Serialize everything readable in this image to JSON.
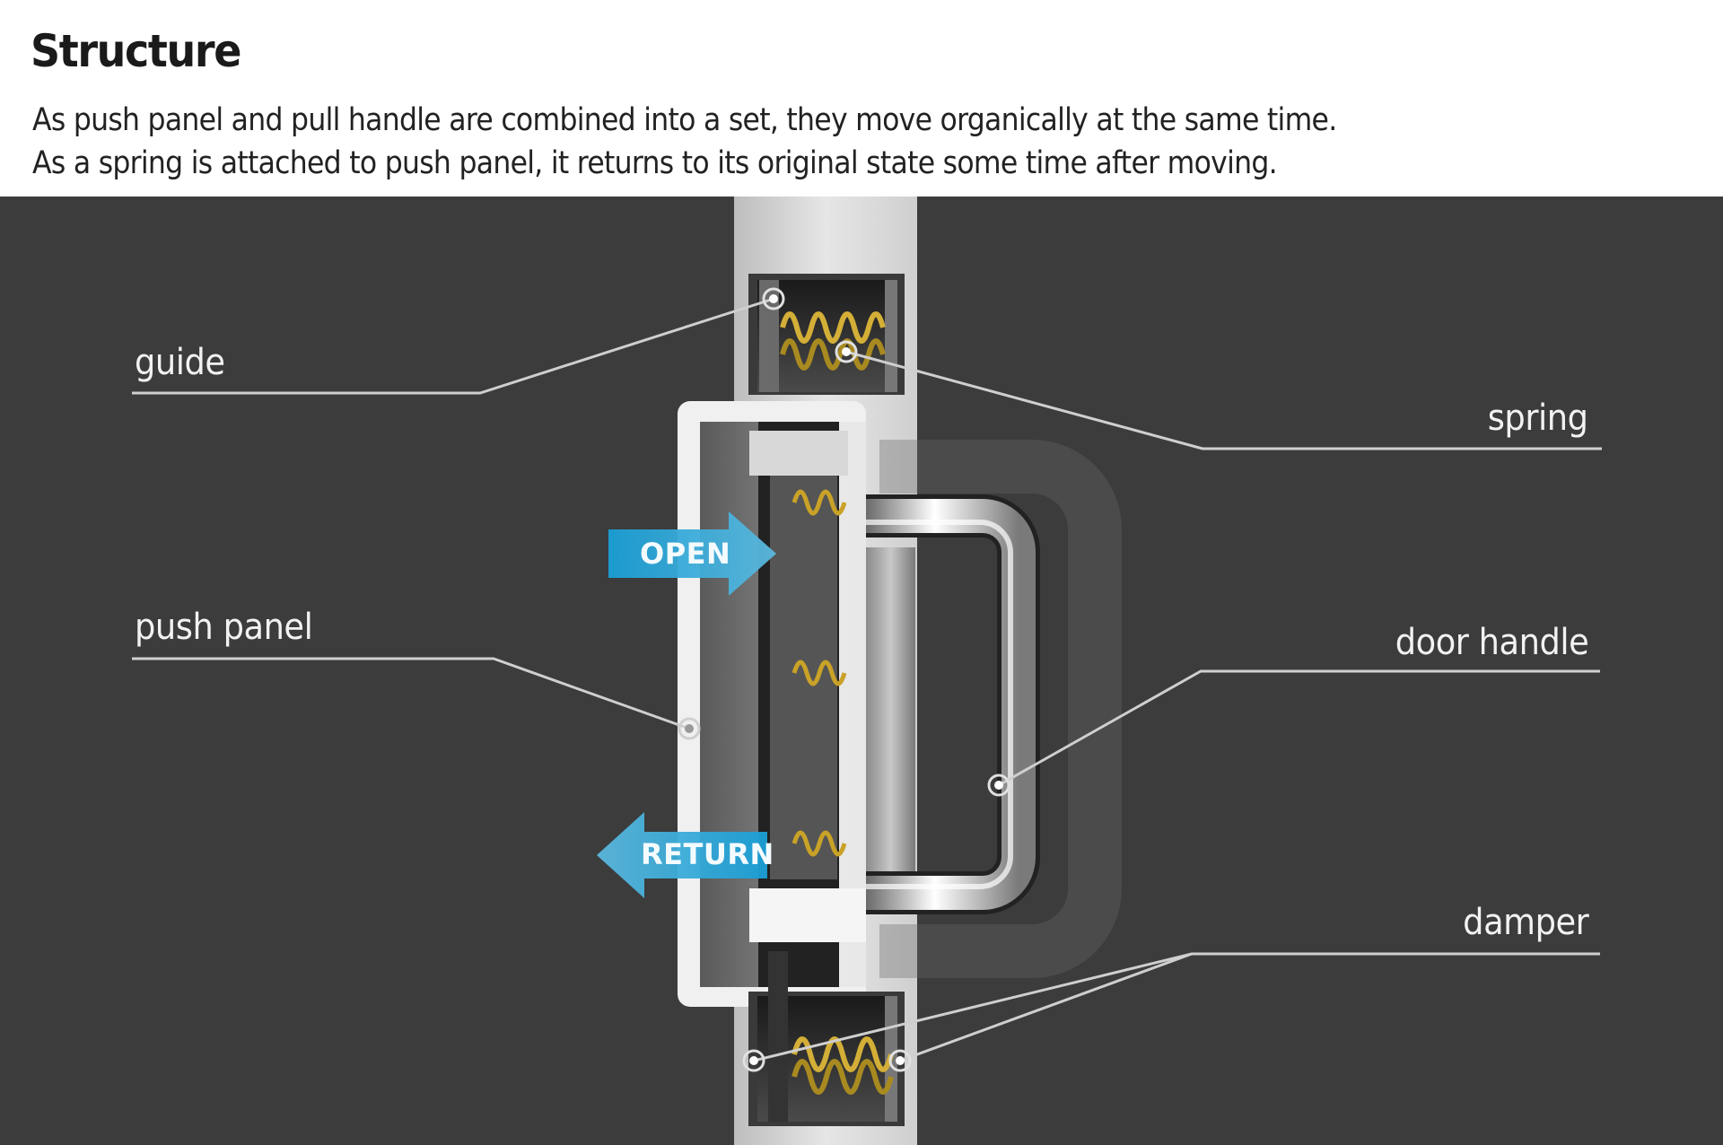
{
  "header": {
    "title": "Structure",
    "description_lines": [
      "As push panel and pull handle are combined into a set, they move organically at the same time.",
      "As a spring is attached to push panel, it returns to its original state some time after moving."
    ]
  },
  "diagram": {
    "background_color": "#3c3c3c",
    "accent_color": "#1a9fd6",
    "spring_color": "#c9a227",
    "labels": {
      "guide": "guide",
      "spring": "spring",
      "push_panel": "push panel",
      "door_handle": "door handle",
      "damper": "damper"
    },
    "arrows": {
      "open": "OPEN",
      "return": "RETURN"
    }
  }
}
